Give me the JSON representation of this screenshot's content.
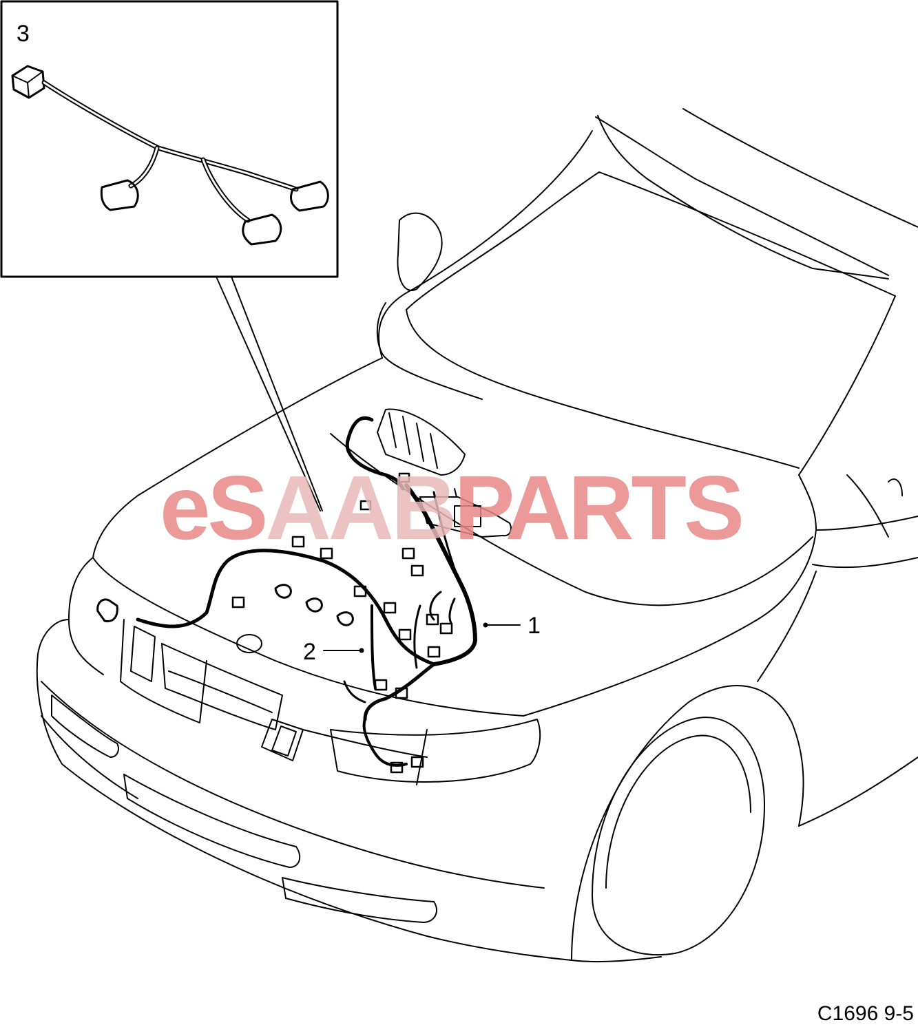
{
  "callouts": {
    "one": "1",
    "two": "2",
    "three": "3"
  },
  "watermark": {
    "part1": "eS",
    "part2": "AAB",
    "part3": "PARTS"
  },
  "figure_code": "C1696 9-5",
  "colors": {
    "line": "#000000",
    "watermark": "#e8a0a0"
  }
}
